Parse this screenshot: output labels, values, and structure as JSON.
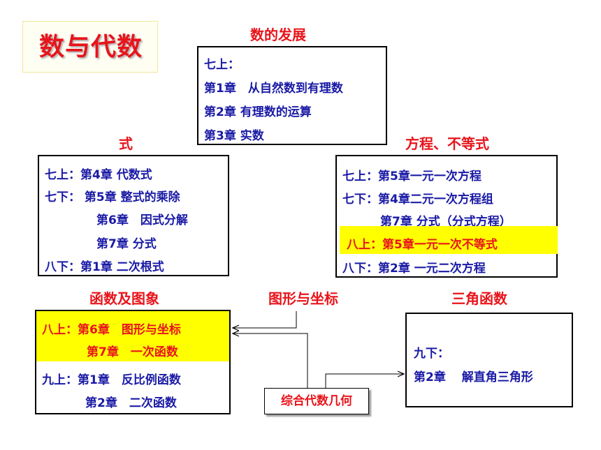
{
  "title": "数与代数",
  "sections": {
    "number_dev": {
      "heading": "数的发展",
      "lines": [
        "七上：",
        "第1章　从自然数到有理数",
        "第2章 有理数的运算",
        "第3章 实数"
      ]
    },
    "expression": {
      "heading": "式",
      "lines": [
        "七上：第4章 代数式",
        "七下：  第5章 整式的乘除",
        "第6章　因式分解",
        "第7章  分式",
        "八下：第1章  二次根式"
      ]
    },
    "equations": {
      "heading": "方程、不等式",
      "lines": [
        "七上：第5章一元一次方程",
        "七下：第4章二元一次方程组",
        "第7章  分式（分式方程）",
        "八上：第5章一元一次不等式",
        "八下：第2章  一元二次方程"
      ]
    },
    "functions": {
      "heading": "函数及图象",
      "lines": [
        "八上：第6章　图形与坐标",
        "第7章　一次函数",
        "九上：第1章　反比例函数",
        "第2章　二次函数"
      ]
    },
    "coordinates": {
      "heading": "图形与坐标"
    },
    "trig": {
      "heading": "三角函数",
      "lines": [
        "九下：",
        "第2章　 解直角三角形"
      ]
    },
    "comprehensive": {
      "label": "综合代数几何"
    }
  },
  "colors": {
    "heading_red": "#e8141b",
    "text_blue": "#1a1aa6",
    "highlight_yellow": "#ffff00"
  }
}
